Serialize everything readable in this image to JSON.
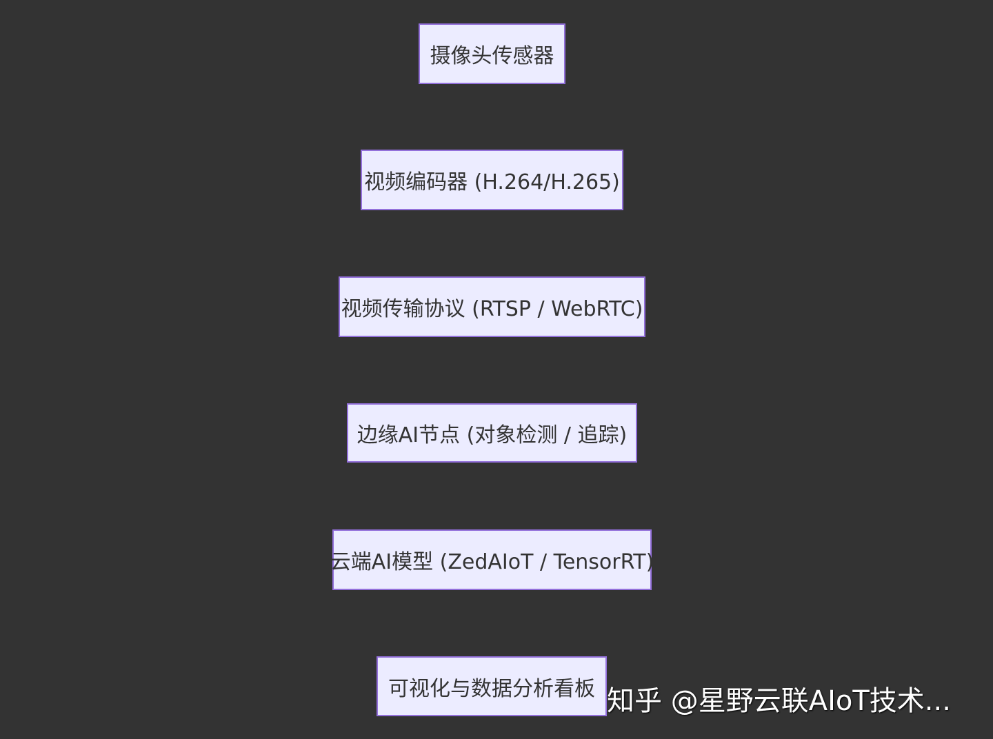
{
  "diagram": {
    "type": "flowchart-vertical",
    "background": "#333333",
    "node_fill": "#ECECFF",
    "node_border": "#9370DB",
    "nodes": [
      {
        "label": "摄像头传感器"
      },
      {
        "label": "视频编码器 (H.264/H.265)"
      },
      {
        "label": "视频传输协议 (RTSP / WebRTC)"
      },
      {
        "label": "边缘AI节点 (对象检测 / 追踪)"
      },
      {
        "label": "云端AI模型 (ZedAIoT / TensorRT)"
      },
      {
        "label": "可视化与数据分析看板"
      }
    ]
  },
  "watermark": {
    "text": "知乎 @星野云联AIoT技术..."
  }
}
